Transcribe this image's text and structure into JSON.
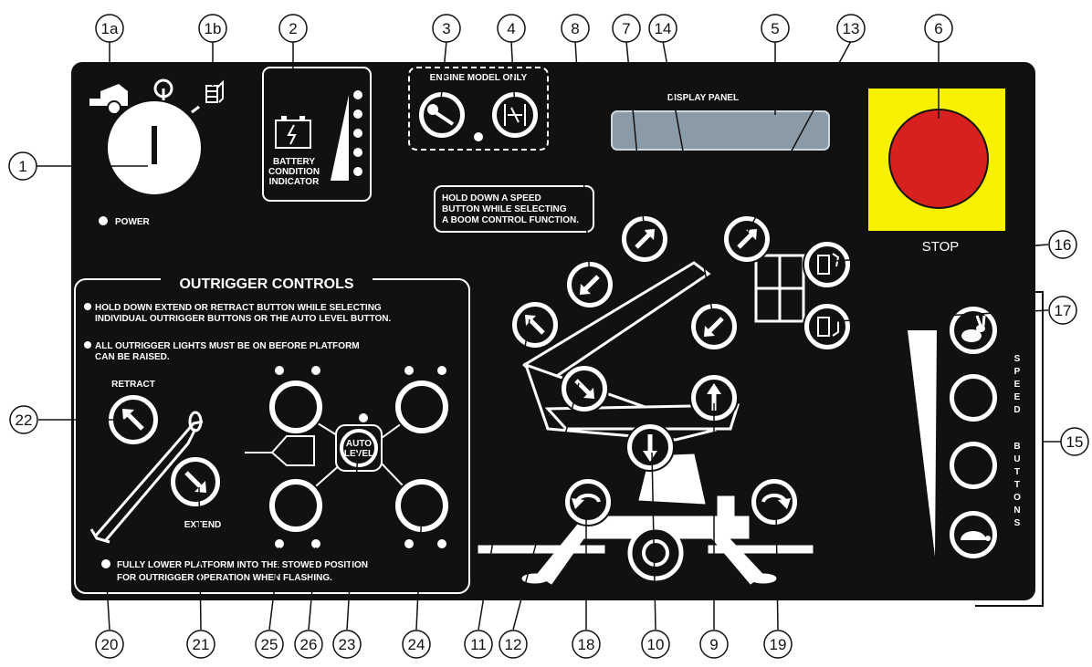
{
  "callouts": {
    "c1a": "1a",
    "c1b": "1b",
    "c2": "2",
    "c3": "3",
    "c4": "4",
    "c8": "8",
    "c7": "7",
    "c14": "14",
    "c5": "5",
    "c13": "13",
    "c6": "6",
    "c1": "1",
    "c16": "16",
    "c17": "17",
    "c22": "22",
    "c15": "15",
    "c20": "20",
    "c21": "21",
    "c25": "25",
    "c26": "26",
    "c23": "23",
    "c24": "24",
    "c11": "11",
    "c12": "12",
    "c18": "18",
    "c10": "10",
    "c9": "9",
    "c19": "19"
  },
  "labels": {
    "battery_line1": "BATTERY",
    "battery_line2": "CONDITION",
    "battery_line3": "INDICATOR",
    "engine_model": "ENGINE MODEL ONLY",
    "display_panel": "DISPLAY PANEL",
    "speed_note_1": "HOLD DOWN A SPEED",
    "speed_note_2": "BUTTON WHILE SELECTING",
    "speed_note_3": "A BOOM CONTROL FUNCTION.",
    "power": "POWER",
    "stop": "STOP",
    "outrigger_title": "OUTRIGGER CONTROLS",
    "outrigger_note_1a": "HOLD DOWN EXTEND OR RETRACT BUTTON WHILE SELECTING",
    "outrigger_note_1b": "INDIVIDUAL OUTRIGGER BUTTONS OR THE AUTO LEVEL BUTTON.",
    "outrigger_note_2a": "ALL OUTRIGGER LIGHTS MUST BE ON BEFORE PLATFORM",
    "outrigger_note_2b": "CAN BE RAISED.",
    "retract": "RETRACT",
    "extend": "EXTEND",
    "auto_1": "AUTO",
    "auto_2": "LEVEL",
    "lower_note_1": "FULLY LOWER PLATFORM INTO THE STOWED POSITION",
    "lower_note_2": "FOR OUTRIGGER OPERATION WHEN FLASHING.",
    "speed_buttons": [
      "S",
      "P",
      "E",
      "E",
      "D",
      "B",
      "U",
      "T",
      "T",
      "O",
      "N",
      "S"
    ]
  },
  "colors": {
    "panel": "#111111",
    "stop_yellow": "#f7f000",
    "stop_red": "#d8201f",
    "display": "#8a9aa7"
  },
  "icons": [
    "tow-vehicle-icon",
    "hour-meter-icon",
    "fuel-icon",
    "battery-icon",
    "key-icon",
    "glow-plug-icon",
    "rabbit-icon",
    "turtle-icon"
  ]
}
